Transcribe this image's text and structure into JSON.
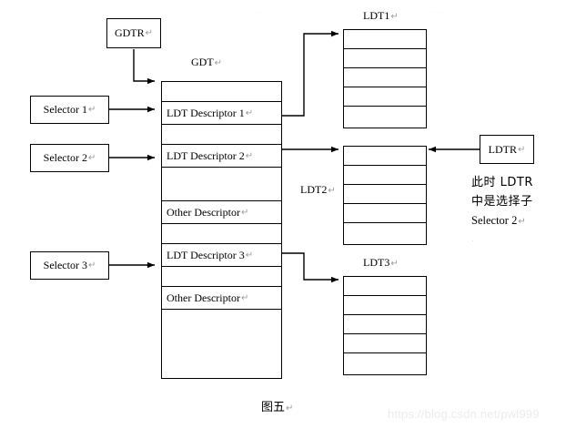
{
  "figure": {
    "caption": "图五",
    "caption_mark": "↵",
    "watermark": "https://blog.csdn.net/pwl999"
  },
  "registers": {
    "gdtr": {
      "label": "GDTR",
      "mark": "↵"
    },
    "ldtr": {
      "label": "LDTR",
      "mark": "↵"
    }
  },
  "selectors": [
    {
      "label": "Selector 1",
      "mark": "↵"
    },
    {
      "label": "Selector 2",
      "mark": "↵"
    },
    {
      "label": "Selector 3",
      "mark": "↵"
    }
  ],
  "gdt": {
    "title": "GDT",
    "title_mark": "↵",
    "rows": [
      {
        "label": "",
        "mark": ""
      },
      {
        "label": "LDT Descriptor 1",
        "mark": "↵"
      },
      {
        "label": "",
        "mark": ""
      },
      {
        "label": "LDT Descriptor 2",
        "mark": "↵"
      },
      {
        "label": "",
        "mark": ""
      },
      {
        "label": "Other Descriptor",
        "mark": "↵"
      },
      {
        "label": "",
        "mark": ""
      },
      {
        "label": "LDT Descriptor 3",
        "mark": "↵"
      },
      {
        "label": "",
        "mark": ""
      },
      {
        "label": "Other Descriptor",
        "mark": "↵"
      },
      {
        "label": "",
        "mark": ""
      }
    ]
  },
  "ldt_tables": [
    {
      "title": "LDT1",
      "title_mark": "↵",
      "row_count": 5
    },
    {
      "title": "LDT2",
      "title_mark": "↵",
      "row_count": 5
    },
    {
      "title": "LDT3",
      "title_mark": "↵",
      "row_count": 5
    }
  ],
  "note": {
    "line1": "此时  LDTR",
    "line2": "中是选择子",
    "line3": "Selector 2",
    "line3_mark": "↵"
  },
  "colors": {
    "stroke": "#000000",
    "background": "#ffffff",
    "watermark": "#ececec",
    "return_mark": "#9a9a9a"
  }
}
